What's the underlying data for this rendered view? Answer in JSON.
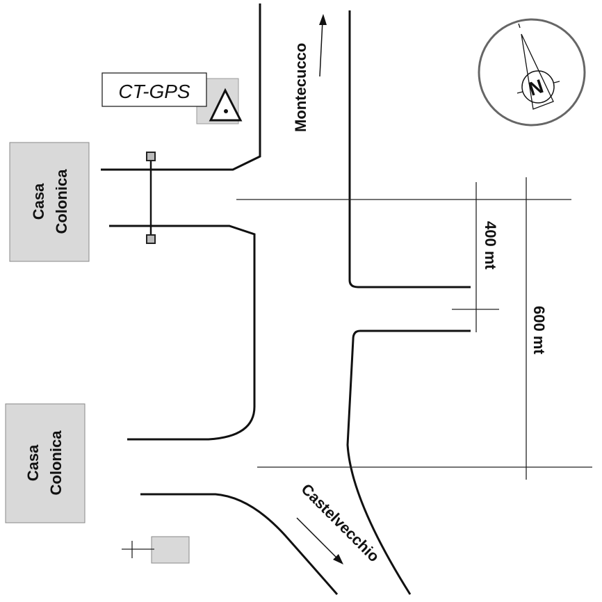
{
  "labels": {
    "gps": "CT-GPS",
    "house_top": [
      "Casa",
      "Colonica"
    ],
    "house_bottom": [
      "Casa",
      "Colonica"
    ],
    "north_road": "Montecucco",
    "south_road": "Castelvecchio",
    "dist_400": "400 mt",
    "dist_600": "600 mt",
    "compass": "N"
  },
  "colors": {
    "building": "#d9d9d9",
    "line": "#111111"
  }
}
